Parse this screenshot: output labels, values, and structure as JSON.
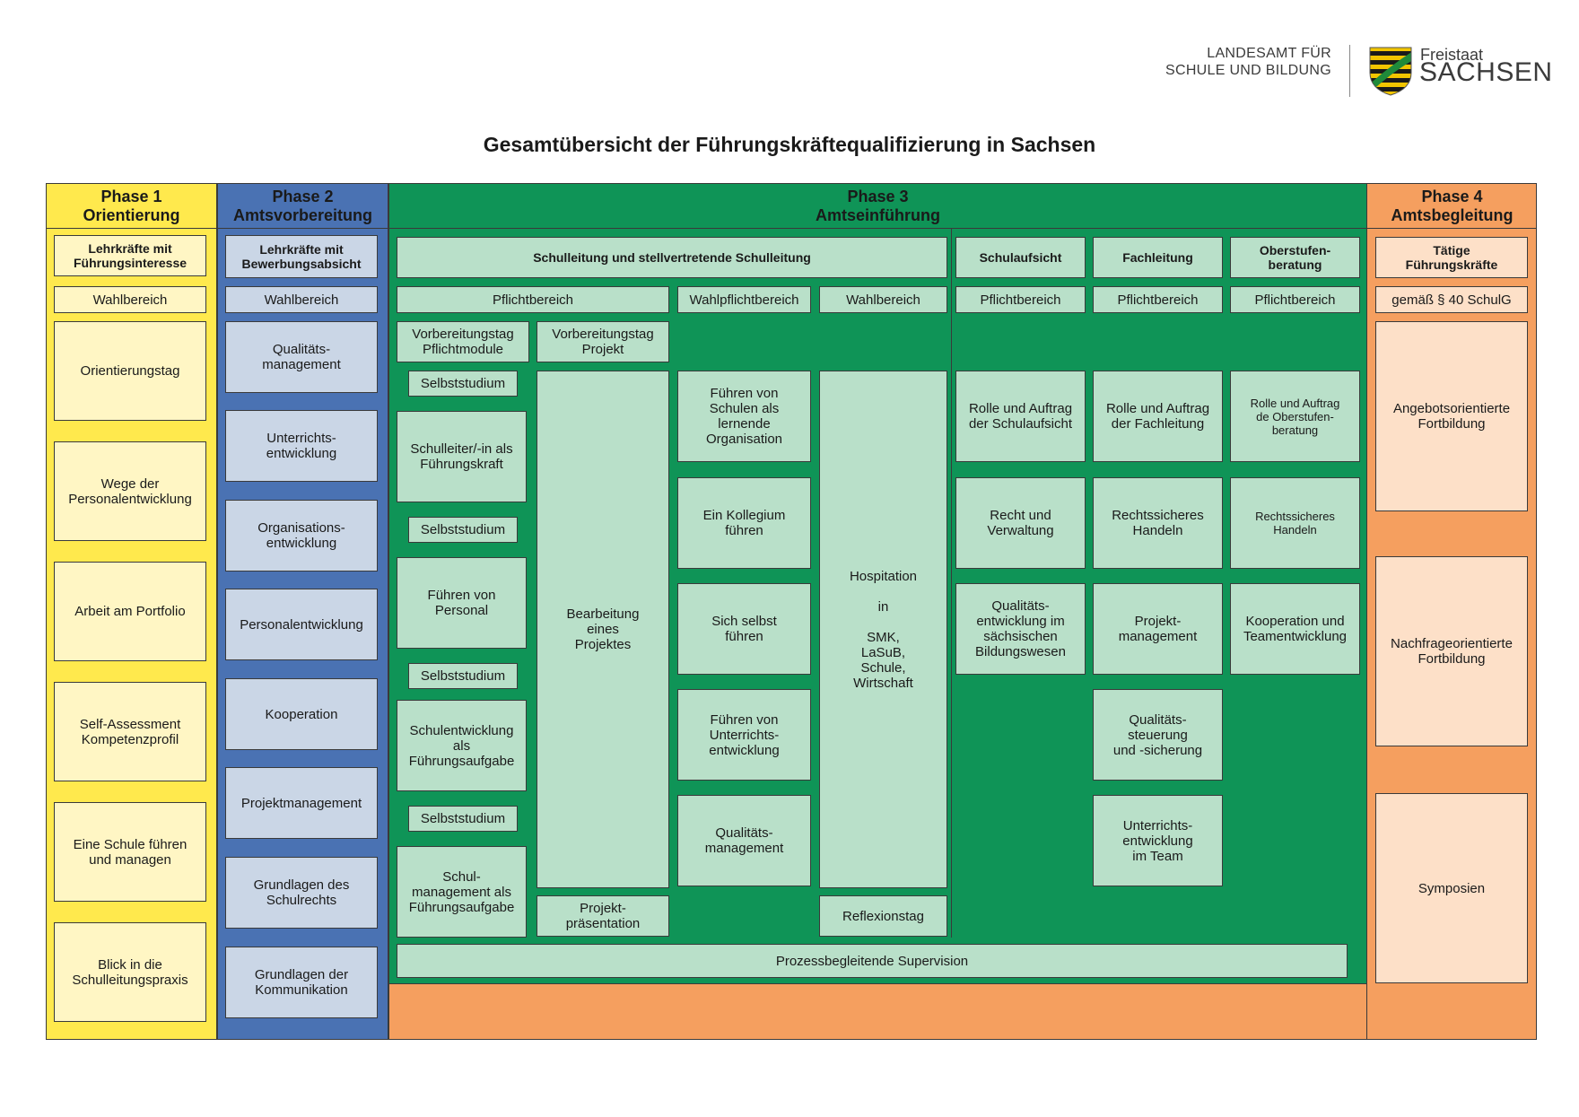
{
  "logo": {
    "agency": "LANDESAMT FÜR\nSCHULE UND BILDUNG",
    "freistaat": "Freistaat",
    "sachsen": "SACHSEN"
  },
  "title": "Gesamtübersicht der Führungskräftequalifizierung in Sachsen",
  "colors": {
    "phase1": "#ffe94d",
    "phase2": "#4a72b3",
    "phase3": "#0f9457",
    "phase4": "#f59f5f",
    "phase1_box": "#fff6c4",
    "phase2_box": "#cad6e6",
    "phase3_box": "#b9e0c9",
    "phase4_box": "#fde0c8"
  },
  "phase1": {
    "header": "Phase 1\nOrientierung",
    "target": "Lehrkräfte mit\nFührungsinteresse",
    "area": "Wahlbereich",
    "items": [
      "Orientierungstag",
      "Wege der\nPersonalentwicklung",
      "Arbeit am Portfolio",
      "Self-Assessment\nKompetenzprofil",
      "Eine Schule führen\nund managen",
      "Blick in die\nSchulleitungspraxis"
    ]
  },
  "phase2": {
    "header": "Phase 2\nAmtsvorbereitung",
    "target": "Lehrkräfte mit\nBewerbungsabsicht",
    "area": "Wahlbereich",
    "items": [
      "Qualitäts-\nmanagement",
      "Unterrichts-\nentwicklung",
      "Organisations-\nentwicklung",
      "Personalentwicklung",
      "Kooperation",
      "Projektmanagement",
      "Grundlagen des\nSchulrechts",
      "Grundlagen der\nKommunikation"
    ]
  },
  "phase3": {
    "header": "Phase 3\nAmtseinführung",
    "schulleitung": {
      "target": "Schulleitung und stellvertretende Schulleitung",
      "pflicht": "Pflichtbereich",
      "wahlpflicht": "Wahlpflichtbereich",
      "wahl": "Wahlbereich",
      "vorb_pflicht": "Vorbereitungstag\nPflichtmodule",
      "vorb_projekt": "Vorbereitungstag\nProjekt",
      "selbststudium": "Selbststudium",
      "modules": [
        "Schulleiter/-in als\nFührungskraft",
        "Führen von\nPersonal",
        "Schulentwicklung\nals\nFührungsaufgabe",
        "Schul-\nmanagement als\nFührungsaufgabe"
      ],
      "projekt": "Bearbeitung\neines\nProjektes",
      "projekt_praes": "Projekt-\npräsentation",
      "wahlpflicht_items": [
        "Führen von\nSchulen als\nlernende\nOrganisation",
        "Ein Kollegium\nführen",
        "Sich selbst\nführen",
        "Führen von\nUnterrichts-\nentwicklung",
        "Qualitäts-\nmanagement"
      ],
      "hospitation": "Hospitation\n\nin\n\nSMK,\nLaSuB,\nSchule,\nWirtschaft",
      "reflexion": "Reflexionstag",
      "supervision": "Prozessbegleitende Supervision"
    },
    "schulaufsicht": {
      "target": "Schulaufsicht",
      "area": "Pflichtbereich",
      "items": [
        "Rolle und Auftrag\nder Schulaufsicht",
        "Recht und\nVerwaltung",
        "Qualitäts-\nentwicklung im\nsächsischen\nBildungswesen"
      ]
    },
    "fachleitung": {
      "target": "Fachleitung",
      "area": "Pflichtbereich",
      "items": [
        "Rolle und Auftrag\nder Fachleitung",
        "Rechtssicheres\nHandeln",
        "Projekt-\nmanagement",
        "Qualitäts-\nsteuerung\nund -sicherung",
        "Unterrichts-\nentwicklung\nim Team"
      ]
    },
    "oberstufe": {
      "target": "Oberstufen-\nberatung",
      "area": "Pflichtbereich",
      "items": [
        "Rolle und Auftrag\nde Oberstufen-\nberatung",
        "Rechtssicheres\nHandeln",
        "Kooperation und\nTeamentwicklung"
      ]
    }
  },
  "phase4": {
    "header": "Phase 4\nAmtsbegleitung",
    "target": "Tätige\nFührungskräfte",
    "area": "gemäß § 40 SchulG",
    "items": [
      "Angebotsorientierte\nFortbildung",
      "Nachfrageorientierte\nFortbildung",
      "Symposien"
    ]
  }
}
